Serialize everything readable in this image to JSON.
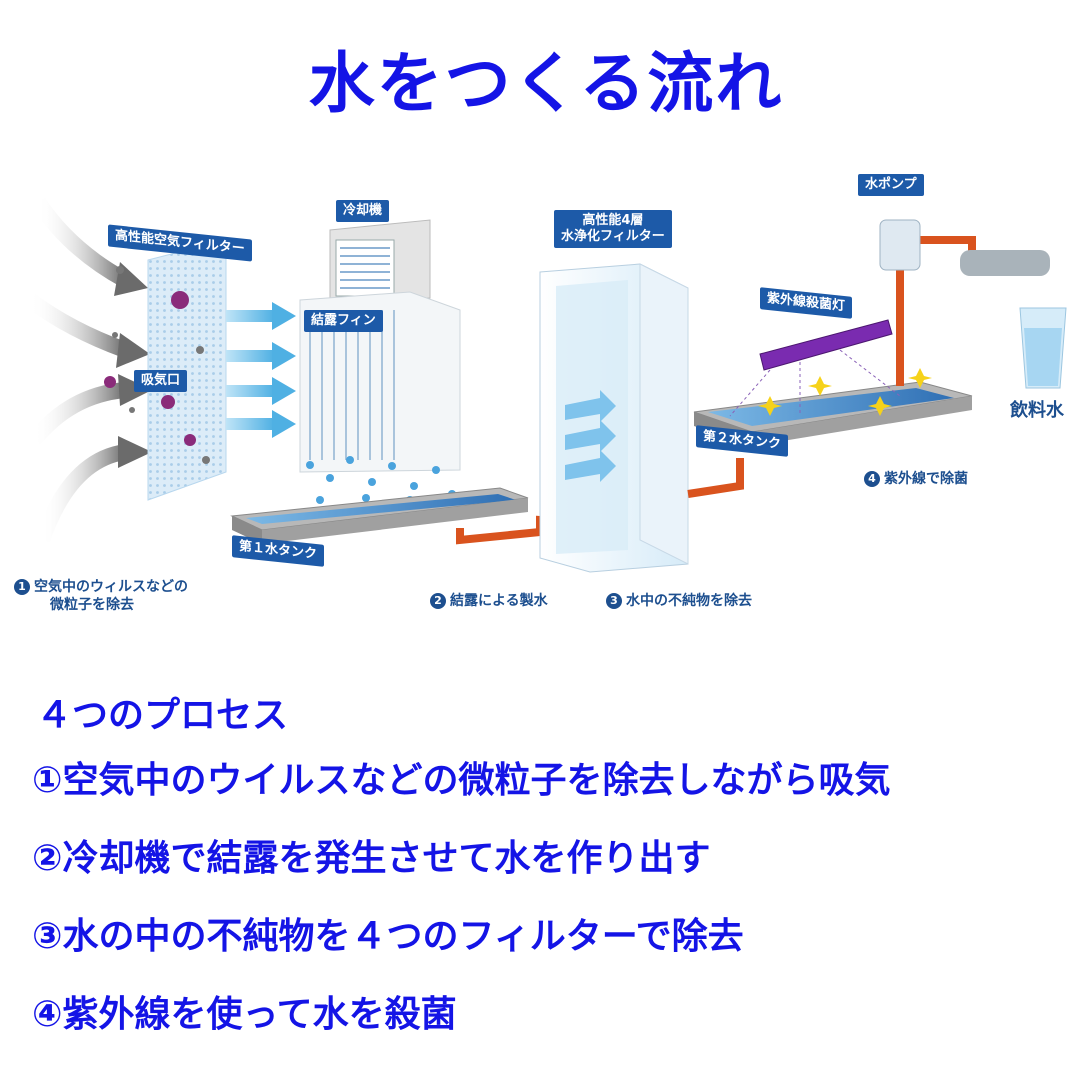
{
  "title": "水をつくる流れ",
  "diagram": {
    "tags": {
      "air_filter": "高性能空気フィルター",
      "intake": "吸気口",
      "cooler": "冷却機",
      "fin": "結露フィン",
      "tank1": "第１水タンク",
      "filter4_line1": "高性能4層",
      "filter4_line2": "水浄化フィルター",
      "uv_lamp": "紫外線殺菌灯",
      "tank2": "第２水タンク",
      "pump": "水ポンプ"
    },
    "steps": {
      "s1_num": "1",
      "s1_line1": "空気中のウィルスなどの",
      "s1_line2": "微粒子を除去",
      "s2_num": "2",
      "s2": "結露による製水",
      "s3_num": "3",
      "s3": "水中の不純物を除去",
      "s4_num": "4",
      "s4": "紫外線で除菌"
    },
    "drink_label": "飲料水",
    "colors": {
      "tag_bg": "#1d5aa8",
      "pipe": "#d9531e",
      "arrow": "#5bb8e8",
      "uv": "#7a2bb0",
      "text_blue": "#1414e6"
    }
  },
  "process": {
    "heading": "４つのプロセス",
    "items": [
      "①空気中のウイルスなどの微粒子を除去しながら吸気",
      "②冷却機で結露を発生させて水を作り出す",
      "③水の中の不純物を４つのフィルターで除去",
      "④紫外線を使って水を殺菌"
    ]
  }
}
